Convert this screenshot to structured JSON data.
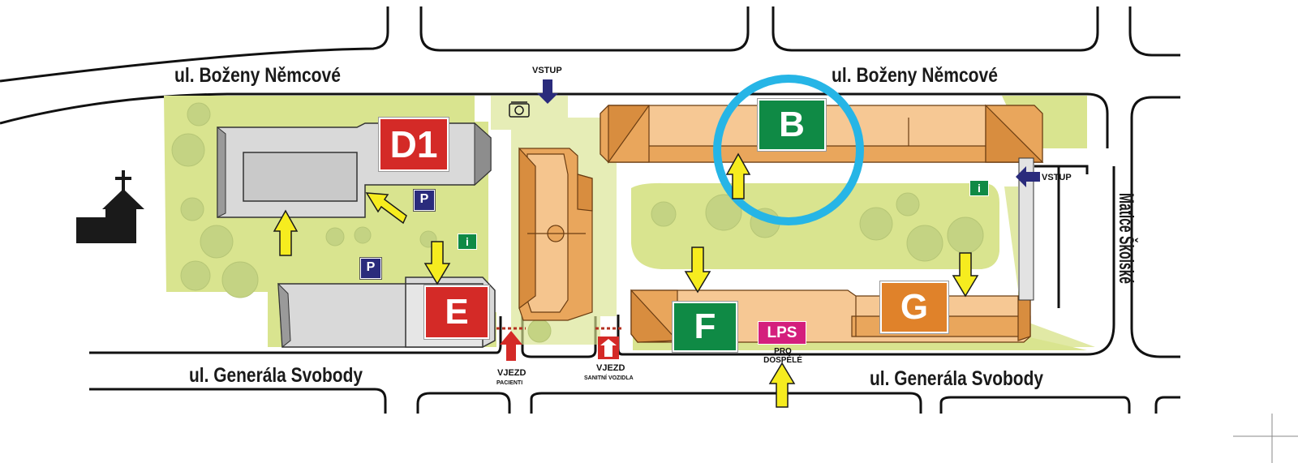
{
  "streets": {
    "north_left": "ul. Boženy Němcové",
    "north_right": "ul. Boženy Němcové",
    "south_left": "ul. Generála Svobody",
    "south_right": "ul. Generála Svobody",
    "east": "Matice Školské"
  },
  "buildings": {
    "d1": "D1",
    "b": "B",
    "e": "E",
    "f": "F",
    "g": "G"
  },
  "labels": {
    "vstup_top": "VSTUP",
    "vstup_right": "VSTUP",
    "vjezd_patients": "VJEZD",
    "vjezd_patients_sub": "PACIENTI",
    "vjezd_ambulance": "VJEZD",
    "vjezd_ambulance_sub": "SANITNÍ VOZIDLA",
    "lps": "LPS",
    "lps_sub": "PRO DOSPĚLÉ",
    "parking": "P",
    "info": "i"
  },
  "colors": {
    "red": "#d42a27",
    "green": "#0f8a45",
    "orange": "#e0822a",
    "magenta": "#d41f7d",
    "navy": "#2a2b7c",
    "highlight_ring": "#26b5e6",
    "arrow_yellow": "#f6ec1f",
    "lawn": "#d9e48f"
  },
  "highlight": {
    "target_building": "B"
  }
}
